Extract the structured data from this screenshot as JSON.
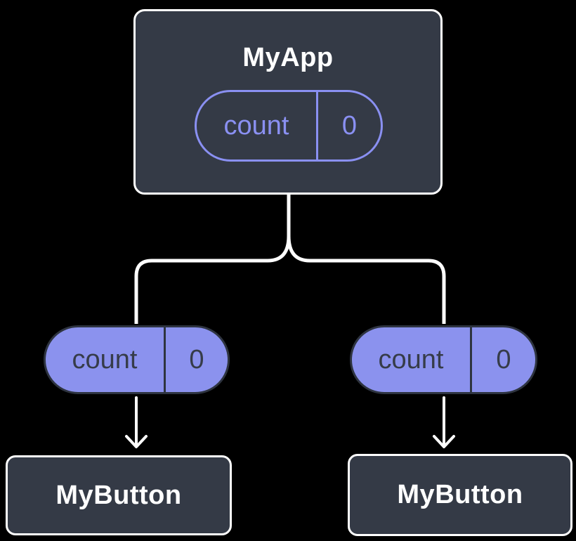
{
  "diagram": {
    "background_color": "#000000",
    "node_fill_color": "#343A46",
    "node_border_color": "#FFFFFF",
    "accent_color": "#8A90F2",
    "pill_fill_color": "#8B92EE",
    "pill_border_color": "#2E3440",
    "pill_text_color": "#363C49",
    "connector_color": "#FFFFFF",
    "icons": {
      "arrow": "arrow-down"
    },
    "root": {
      "title": "MyApp",
      "state": {
        "name": "count",
        "value": "0"
      }
    },
    "children": [
      {
        "title": "MyButton",
        "pill": {
          "name": "count",
          "value": "0"
        }
      },
      {
        "title": "MyButton",
        "pill": {
          "name": "count",
          "value": "0"
        }
      }
    ]
  }
}
